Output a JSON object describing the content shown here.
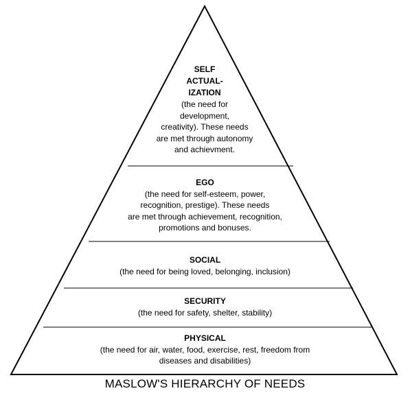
{
  "colors": {
    "stroke": "#000000",
    "background": "#ffffff",
    "text": "#000000"
  },
  "tiers": {
    "self": {
      "title": "SELF\nACTUAL-\nIZATION",
      "description": "(the need for\ndevelopment,\ncreativity). These needs\nare met through autonomy\nand achievment."
    },
    "ego": {
      "title": "EGO",
      "description": "(the need for self-esteem, power,\nrecognition, prestige). These needs\nare met through achievement, recognition,\npromotions and bonuses."
    },
    "social": {
      "title": "SOCIAL",
      "description": "(the need for being loved, belonging, inclusion)"
    },
    "security": {
      "title": "SECURITY",
      "description": "(the need for safety, shelter, stability)"
    },
    "physical": {
      "title": "PHYSICAL",
      "description": "(the need for air, water, food, exercise, rest, freedom from\ndiseases and disabilities)"
    }
  },
  "caption": "MASLOW'S HIERARCHY OF NEEDS"
}
